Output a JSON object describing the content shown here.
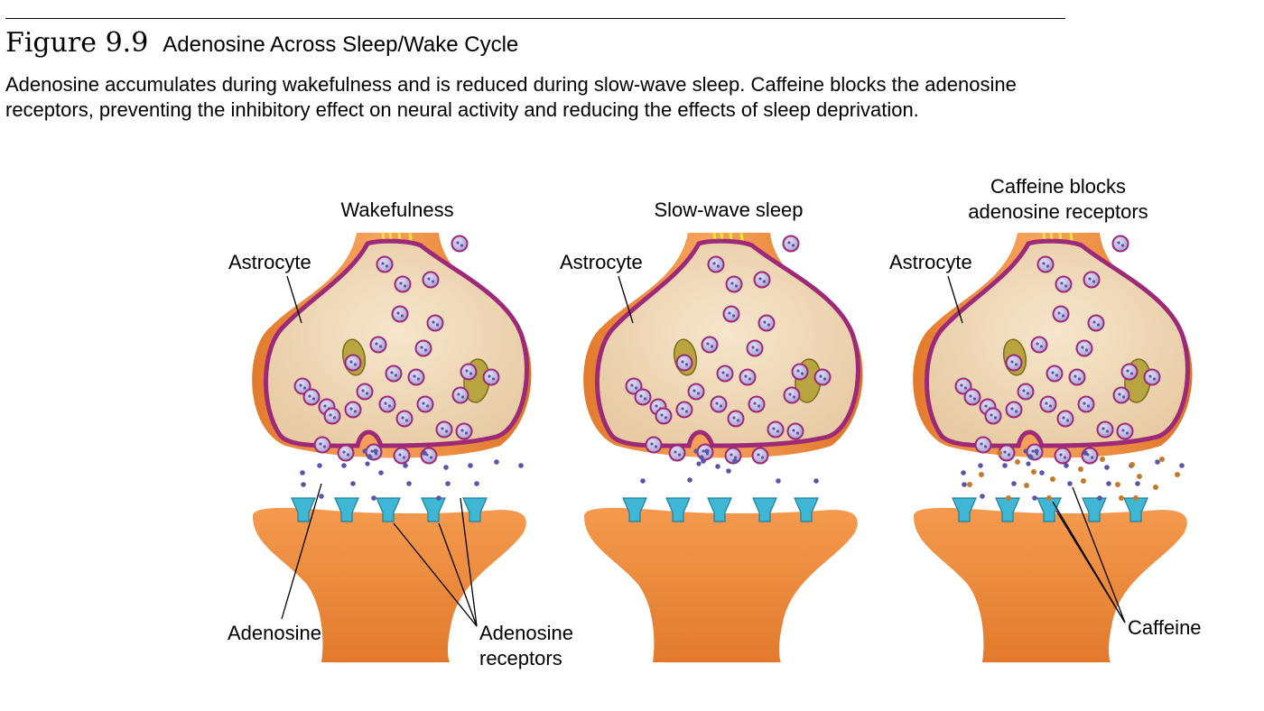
{
  "figure": {
    "number": "Figure 9.9",
    "title": "Adenosine Across Sleep/Wake Cycle",
    "caption": "Adenosine accumulates during wakefulness and is reduced during slow-wave sleep. Caffeine blocks the adenosine receptors, preventing the inhibitory effect on neural activity and reducing the effects of sleep deprivation."
  },
  "panels": [
    {
      "heading": [
        "Wakefulness"
      ],
      "astrocyte_label": "Astrocyte",
      "adenosine_level": "high",
      "caffeine": false
    },
    {
      "heading": [
        "Slow-wave sleep"
      ],
      "astrocyte_label": "Astrocyte",
      "adenosine_level": "low",
      "caffeine": false
    },
    {
      "heading": [
        "Caffeine blocks",
        "adenosine receptors"
      ],
      "astrocyte_label": "Astrocyte",
      "adenosine_level": "high",
      "caffeine": true
    }
  ],
  "labels": {
    "adenosine": "Adenosine",
    "receptors": [
      "Adenosine",
      "receptors"
    ],
    "caffeine": "Caffeine"
  },
  "colors": {
    "neuron": "#ec8a3c",
    "terminal_fill": "#efd9b7",
    "membrane": "#9c2a78",
    "vesicle": "#b9b3dc",
    "adenosine": "#5a55a8",
    "receptor": "#3fb6d4",
    "caffeine": "#c57a2c",
    "mitochondrion": "#b9a540",
    "axon_fibers": "#f3e43a"
  }
}
